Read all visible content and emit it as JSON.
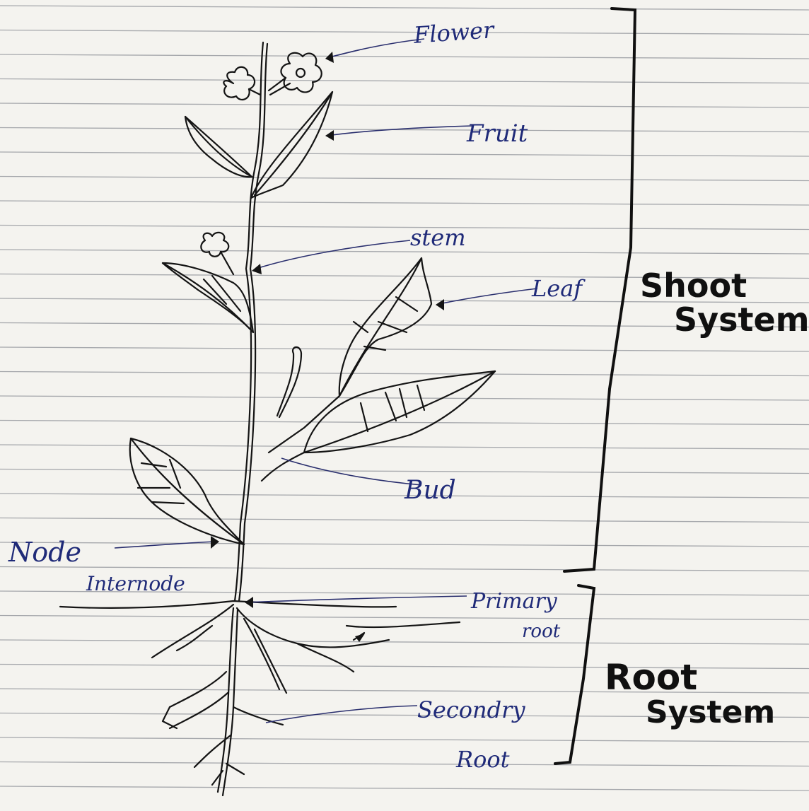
{
  "labels": {
    "flower": "Flower",
    "fruit": "Fruit",
    "stem": "stem",
    "leaf": "Leaf",
    "bud": "Bud",
    "node": "Node",
    "internode": "Internode",
    "primary_root_1": "Primary",
    "primary_root_2": "root",
    "secondary_root_1": "Secondry",
    "secondary_root_2": "Root"
  },
  "systems": {
    "shoot_1": "Shoot",
    "shoot_2": "System",
    "root_1": "Root",
    "root_2": "System"
  },
  "colors": {
    "paper": "#f4f3ef",
    "ruled_line": "#8c8f96",
    "label_ink": "#1f2a78",
    "drawing_ink": "#141414"
  }
}
